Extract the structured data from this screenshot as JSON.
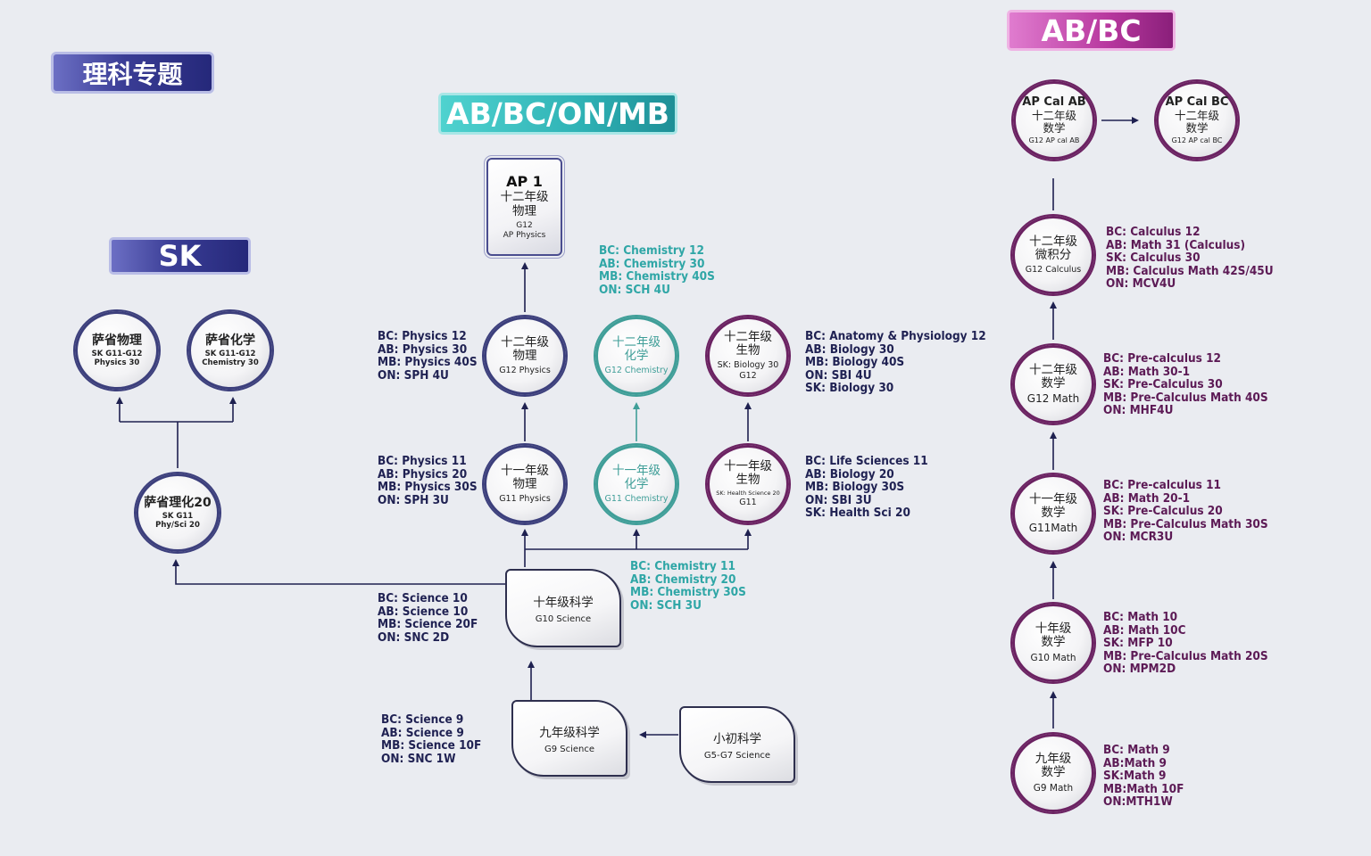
{
  "banners": {
    "title": "理科专题",
    "sk": "SK",
    "abbconmb": "AB/BC/ON/MB",
    "abbc": "AB/BC"
  },
  "colors": {
    "navy": "#2b2e86",
    "teal": "#2fb2b5",
    "magenta": "#b8389f",
    "line": "#1e2050"
  },
  "sk": {
    "physics": {
      "l1": "萨省物理",
      "l2": "SK G11-G12",
      "l3": "Physics 30"
    },
    "chemistry": {
      "l1": "萨省化学",
      "l2": "SK G11-G12",
      "l3": "Chemistry 30"
    },
    "physci20": {
      "l1": "萨省理化20",
      "l2": "SK G11",
      "l3": "Phy/Sci 20"
    }
  },
  "ap1": {
    "l1": "AP 1",
    "l2": "十二年级",
    "l3": "物理",
    "l4": "G12",
    "l5": "AP Physics"
  },
  "science": {
    "g12_physics": {
      "l1": "十二年级",
      "l2": "物理",
      "l3": "G12 Physics"
    },
    "g12_chemistry": {
      "l1": "十二年级",
      "l2": "化学",
      "l3": "G12 Chemistry"
    },
    "g12_biology": {
      "l1": "十二年级",
      "l2": "生物",
      "l3": "SK: Biology 30",
      "l4": "G12"
    },
    "g11_physics": {
      "l1": "十一年级",
      "l2": "物理",
      "l3": "G11 Physics"
    },
    "g11_chemistry": {
      "l1": "十一年级",
      "l2": "化学",
      "l3": "G11 Chemistry"
    },
    "g11_biology": {
      "l1": "十一年级",
      "l2": "生物",
      "l3": "SK: Health Science 20",
      "l4": "G11"
    },
    "g10": {
      "l1": "十年级科学",
      "l2": "G10 Science"
    },
    "g9": {
      "l1": "九年级科学",
      "l2": "G9 Science"
    },
    "g5g7": {
      "l1": "小初科学",
      "l2": "G5-G7 Science"
    }
  },
  "science_info": {
    "chem12": [
      "BC: Chemistry 12",
      "AB: Chemistry 30",
      "MB: Chemistry 40S",
      "ON: SCH 4U"
    ],
    "phys12": [
      "BC: Physics 12",
      "AB: Physics 30",
      "MB: Physics 40S",
      "ON: SPH 4U"
    ],
    "bio12": [
      "BC: Anatomy & Physiology 12",
      "AB: Biology 30",
      "MB: Biology 40S",
      "ON: SBI 4U",
      "SK:  Biology 30"
    ],
    "phys11": [
      "BC: Physics 11",
      "AB: Physics 20",
      "MB: Physics 30S",
      "ON: SPH 3U"
    ],
    "bio11": [
      "BC: Life Sciences 11",
      "AB: Biology 20",
      "MB: Biology 30S",
      "ON: SBI 3U",
      "SK:  Health Sci 20"
    ],
    "chem11": [
      "BC: Chemistry 11",
      "AB: Chemistry 20",
      "MB: Chemistry 30S",
      "ON: SCH 3U"
    ],
    "sci10": [
      "BC:  Science 10",
      "AB: Science 10",
      "MB: Science 20F",
      "ON: SNC 2D"
    ],
    "sci9": [
      "BC: Science 9",
      "AB: Science 9",
      "MB: Science 10F",
      "ON: SNC 1W"
    ]
  },
  "math": {
    "apcalab": {
      "l1": "AP Cal AB",
      "l2": "十二年级",
      "l3": "数学",
      "l4": "G12 AP cal AB"
    },
    "apcalbc": {
      "l1": "AP Cal BC",
      "l2": "十二年级",
      "l3": "数学",
      "l4": "G12 AP cal BC"
    },
    "g12calc": {
      "l1": "十二年级",
      "l2": "微积分",
      "l3": "G12 Calculus"
    },
    "g12math": {
      "l1": "十二年级",
      "l2": "数学",
      "l3": "G12 Math"
    },
    "g11math": {
      "l1": "十一年级",
      "l2": "数学",
      "l3": "G11Math"
    },
    "g10math": {
      "l1": "十年级",
      "l2": "数学",
      "l3": "G10 Math"
    },
    "g9math": {
      "l1": "九年级",
      "l2": "数学",
      "l3": "G9 Math"
    }
  },
  "math_info": {
    "calc12": [
      "BC: Calculus 12",
      "AB: Math 31 (Calculus)",
      "SK:  Calculus 30",
      "MB: Calculus Math 42S/45U",
      "ON: MCV4U"
    ],
    "math12": [
      "BC: Pre-calculus 12",
      "AB: Math 30-1",
      "SK: Pre-Calculus 30",
      "MB:  Pre-Calculus Math 40S",
      "ON: MHF4U"
    ],
    "math11": [
      "BC: Pre-calculus 11",
      "AB: Math 20-1",
      "SK: Pre-Calculus 20",
      "MB: Pre-Calculus Math 30S",
      "ON: MCR3U"
    ],
    "math10": [
      "BC: Math 10",
      "AB: Math 10C",
      "SK: MFP 10",
      "MB: Pre-Calculus Math 20S",
      "ON: MPM2D"
    ],
    "math9": [
      "BC: Math 9",
      "AB:Math 9",
      "SK:Math 9",
      "MB:Math 10F",
      "ON:MTH1W"
    ]
  }
}
